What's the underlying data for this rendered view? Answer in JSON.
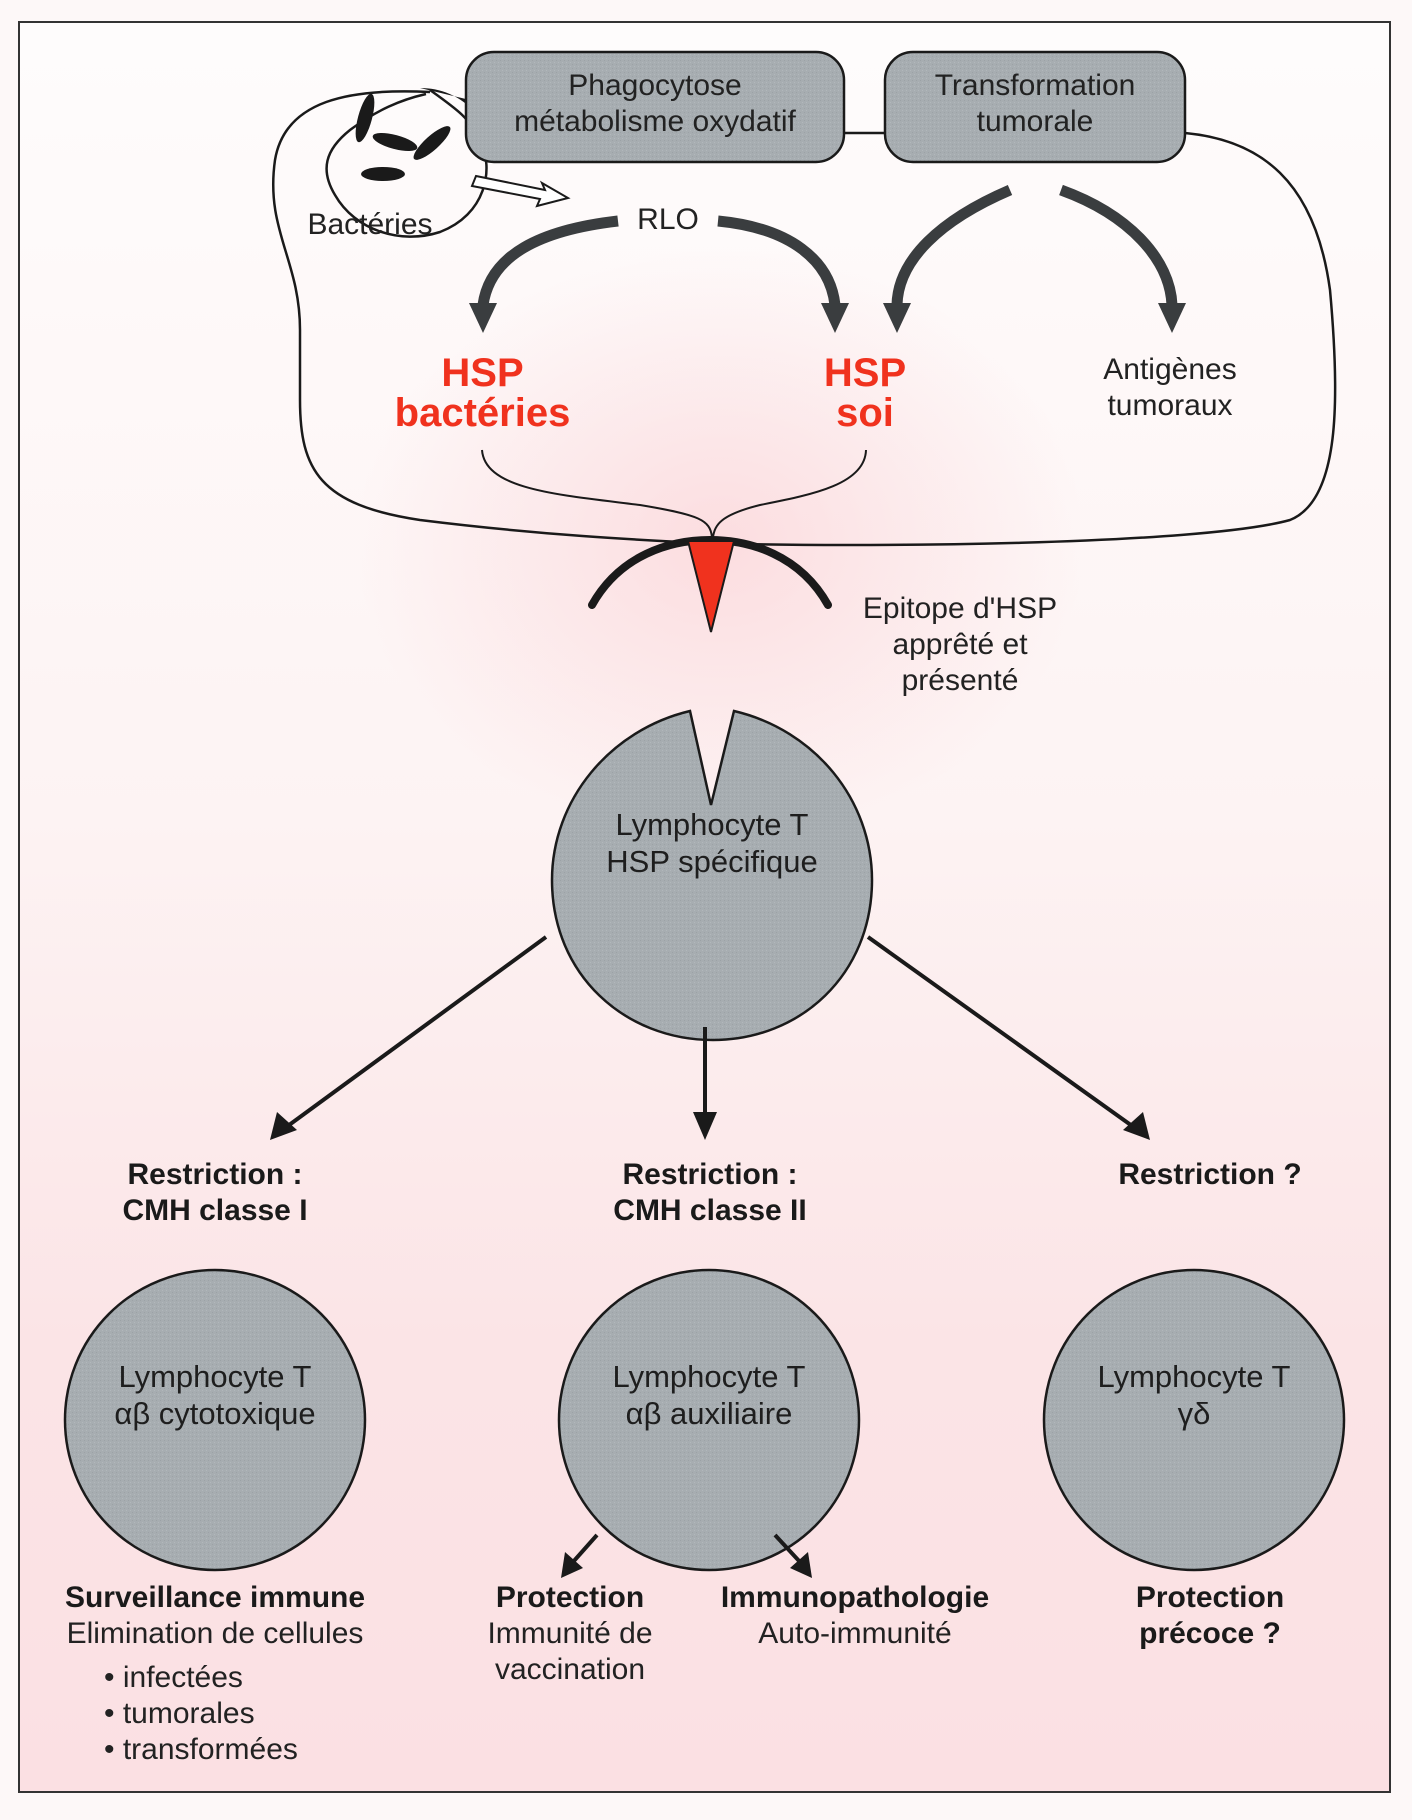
{
  "colors": {
    "node_fill": "#a7adb1",
    "stroke": "#1a1a1a",
    "arrow_dark": "#3a3d3f",
    "highlight_red": "#f0321e",
    "background_pink": "#fbe4e6"
  },
  "top_boxes": {
    "phagocytose": [
      "Phagocytose",
      "métabolisme oxydatif"
    ],
    "transformation": [
      "Transformation",
      "tumorale"
    ]
  },
  "labels": {
    "bacteries": "Bactéries",
    "rlo": "RLO",
    "hsp_bacteries": [
      "HSP",
      "bactéries"
    ],
    "hsp_soi": [
      "HSP",
      "soi"
    ],
    "antigenes": [
      "Antigènes",
      "tumoraux"
    ],
    "epitope": [
      "Epitope d'HSP",
      "apprêté et",
      "présenté"
    ]
  },
  "central_cell": [
    "Lymphocyte T",
    "HSP spécifique"
  ],
  "branches": [
    {
      "restriction": [
        "Restriction :",
        "CMH classe I"
      ],
      "cell": [
        "Lymphocyte T",
        "αβ cytotoxique"
      ],
      "outcome_title": "Surveillance immune",
      "outcome_lines": [
        "Elimination de cellules"
      ],
      "outcome_bullets": [
        "infectées",
        "tumorales",
        "transformées"
      ]
    },
    {
      "restriction": [
        "Restriction :",
        "CMH classe II"
      ],
      "cell": [
        "Lymphocyte T",
        "αβ auxiliaire"
      ],
      "outcomes": [
        {
          "title": "Protection",
          "lines": [
            "Immunité de",
            "vaccination"
          ]
        },
        {
          "title": "Immunopathologie",
          "lines": [
            "Auto-immunité"
          ]
        }
      ]
    },
    {
      "restriction": [
        "Restriction ?"
      ],
      "cell": [
        "Lymphocyte T",
        "γδ"
      ],
      "outcome_title_lines": [
        "Protection",
        "précoce ?"
      ]
    }
  ]
}
